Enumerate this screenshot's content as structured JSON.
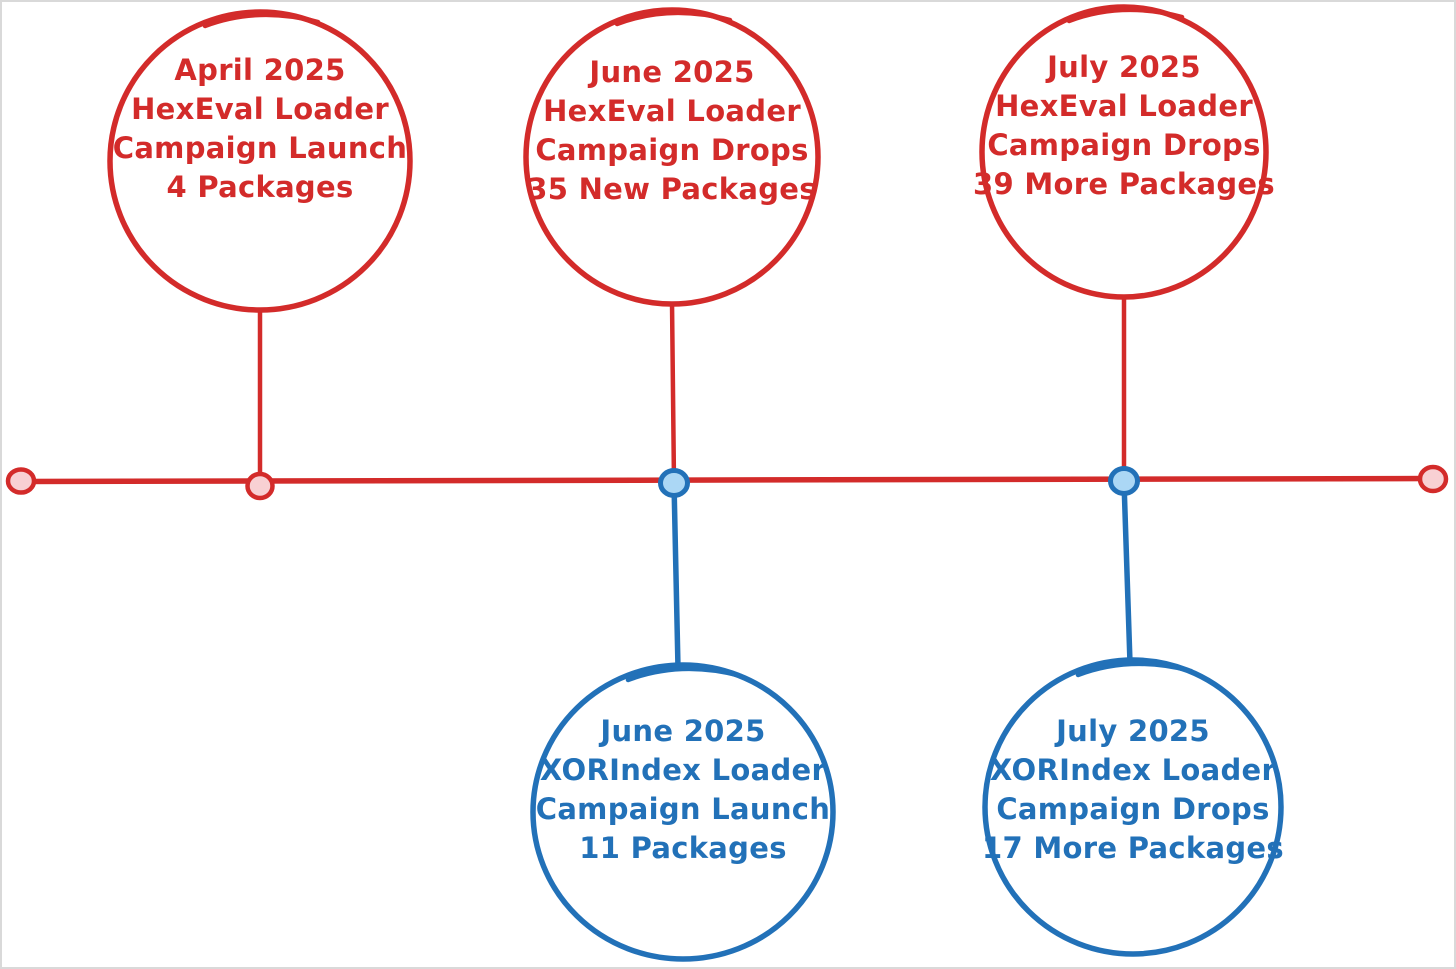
{
  "colors": {
    "red": "#d32b2a",
    "red_fill": "#f8d0d3",
    "blue": "#2271b8",
    "blue_fill": "#abd7f5",
    "background": "#ffffff",
    "border": "#d9d9d9"
  },
  "timeline": {
    "orientation": "horizontal",
    "line_color": "red",
    "markers": [
      {
        "id": "start-endpoint",
        "color": "red"
      },
      {
        "id": "april-node",
        "color": "red"
      },
      {
        "id": "june-node",
        "color": "blue"
      },
      {
        "id": "july-node",
        "color": "blue"
      },
      {
        "id": "end-endpoint",
        "color": "red"
      }
    ]
  },
  "events": [
    {
      "id": "april-hexeval",
      "color": "red",
      "side": "top",
      "lines": [
        "April 2025",
        "HexEval Loader",
        "Campaign Launch",
        "4 Packages"
      ]
    },
    {
      "id": "june-hexeval",
      "color": "red",
      "side": "top",
      "lines": [
        "June 2025",
        "HexEval Loader",
        "Campaign Drops",
        "35 New Packages"
      ]
    },
    {
      "id": "july-hexeval",
      "color": "red",
      "side": "top",
      "lines": [
        "July 2025",
        "HexEval Loader",
        "Campaign Drops",
        "39 More Packages"
      ]
    },
    {
      "id": "june-xorindex",
      "color": "blue",
      "side": "bottom",
      "lines": [
        "June 2025",
        "XORIndex Loader",
        "Campaign Launch",
        "11 Packages"
      ]
    },
    {
      "id": "july-xorindex",
      "color": "blue",
      "side": "bottom",
      "lines": [
        "July 2025",
        "XORIndex Loader",
        "Campaign Drops",
        "17 More Packages"
      ]
    }
  ]
}
